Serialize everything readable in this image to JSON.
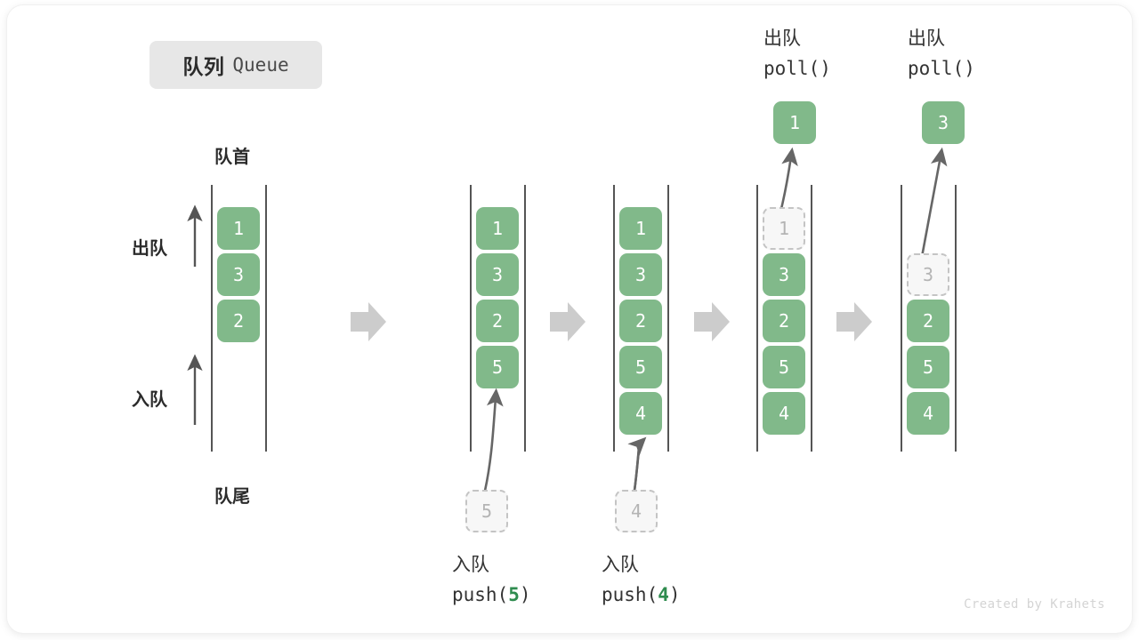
{
  "title": {
    "cn": "队列",
    "en": "Queue"
  },
  "labels": {
    "front": "队首",
    "rear": "队尾",
    "dequeue": "出队",
    "enqueue": "入队"
  },
  "watermark": "Created by Krahets",
  "colors": {
    "element_green": "#81b98a",
    "ghost_fill": "#f7f7f7",
    "ghost_border": "#c4c4c4",
    "rail": "#555555",
    "arrow_gray": "#cccccc",
    "curve_arrow": "#666666",
    "chip_bg": "#e7e7e7",
    "code_number_green": "#2f8c4f",
    "text_dark": "#2b2b2b"
  },
  "stages": [
    {
      "id": "initial",
      "header": null,
      "items": [
        {
          "value": "1",
          "state": "filled"
        },
        {
          "value": "3",
          "state": "filled"
        },
        {
          "value": "2",
          "state": "filled"
        }
      ],
      "caption": null,
      "incoming": null,
      "outgoing": null
    },
    {
      "id": "push-5",
      "header": null,
      "items": [
        {
          "value": "1",
          "state": "filled"
        },
        {
          "value": "3",
          "state": "filled"
        },
        {
          "value": "2",
          "state": "filled"
        },
        {
          "value": "5",
          "state": "filled"
        }
      ],
      "caption": {
        "cn": "入队",
        "code_prefix": "push(",
        "code_number": "5",
        "code_suffix": ")"
      },
      "incoming": {
        "value": "5",
        "state": "ghost"
      },
      "outgoing": null
    },
    {
      "id": "push-4",
      "header": null,
      "items": [
        {
          "value": "1",
          "state": "filled"
        },
        {
          "value": "3",
          "state": "filled"
        },
        {
          "value": "2",
          "state": "filled"
        },
        {
          "value": "5",
          "state": "filled"
        },
        {
          "value": "4",
          "state": "filled"
        }
      ],
      "caption": {
        "cn": "入队",
        "code_prefix": "push(",
        "code_number": "4",
        "code_suffix": ")"
      },
      "incoming": {
        "value": "4",
        "state": "ghost"
      },
      "outgoing": null
    },
    {
      "id": "poll-1",
      "header": {
        "cn": "出队",
        "code": "poll()"
      },
      "items": [
        {
          "value": "1",
          "state": "ghost"
        },
        {
          "value": "3",
          "state": "filled"
        },
        {
          "value": "2",
          "state": "filled"
        },
        {
          "value": "5",
          "state": "filled"
        },
        {
          "value": "4",
          "state": "filled"
        }
      ],
      "caption": null,
      "incoming": null,
      "outgoing": {
        "value": "1",
        "state": "filled"
      }
    },
    {
      "id": "poll-3",
      "header": {
        "cn": "出队",
        "code": "poll()"
      },
      "items": [
        {
          "value": "3",
          "state": "ghost"
        },
        {
          "value": "2",
          "state": "filled"
        },
        {
          "value": "5",
          "state": "filled"
        },
        {
          "value": "4",
          "state": "filled"
        }
      ],
      "caption": null,
      "incoming": null,
      "outgoing": {
        "value": "3",
        "state": "filled"
      }
    }
  ],
  "separators": [
    {
      "from": "initial",
      "to": "push-5"
    },
    {
      "from": "push-5",
      "to": "push-4"
    },
    {
      "from": "push-4",
      "to": "poll-1"
    },
    {
      "from": "poll-1",
      "to": "poll-3"
    }
  ]
}
